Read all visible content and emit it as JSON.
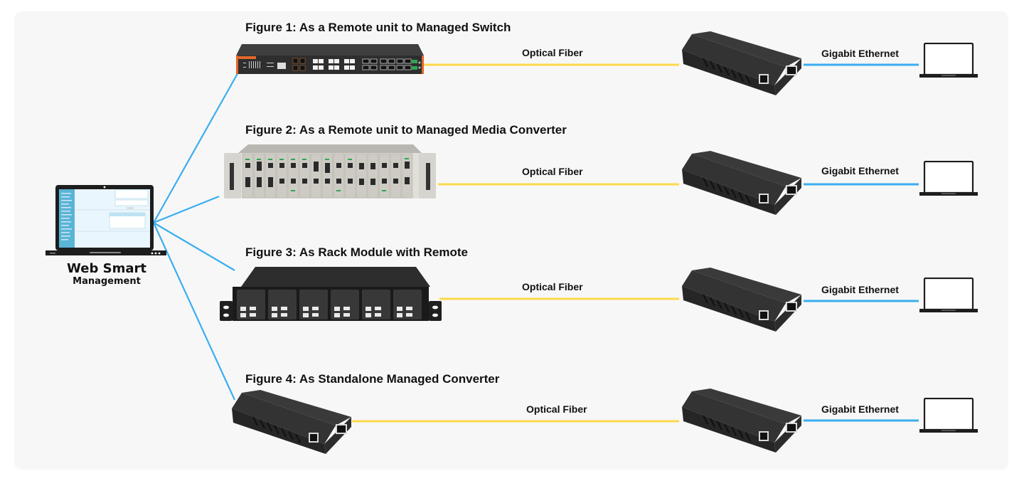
{
  "management": {
    "line1": "Web Smart",
    "line2": "Management",
    "icon": "laptop-icon"
  },
  "colors": {
    "background": "#f7f7f7",
    "management_line": "#3aaef0",
    "fiber_line": "#fcd94a",
    "ethernet_line": "#3aaef0",
    "text": "#111111"
  },
  "figures": [
    {
      "title": "Figure 1: As a Remote unit to Managed Switch",
      "device": "managed-switch",
      "link_label": "Optical Fiber",
      "remote_label": "Gigabit Ethernet"
    },
    {
      "title": "Figure 2: As a Remote unit to Managed Media Converter",
      "device": "media-converter-chassis",
      "link_label": "Optical Fiber",
      "remote_label": "Gigabit Ethernet"
    },
    {
      "title": "Figure 3: As Rack Module with Remote",
      "device": "rack-module",
      "link_label": "Optical Fiber",
      "remote_label": "Gigabit Ethernet"
    },
    {
      "title": "Figure 4: As Standalone Managed Converter",
      "device": "standalone-converter",
      "link_label": "Optical Fiber",
      "remote_label": "Gigabit Ethernet"
    }
  ]
}
